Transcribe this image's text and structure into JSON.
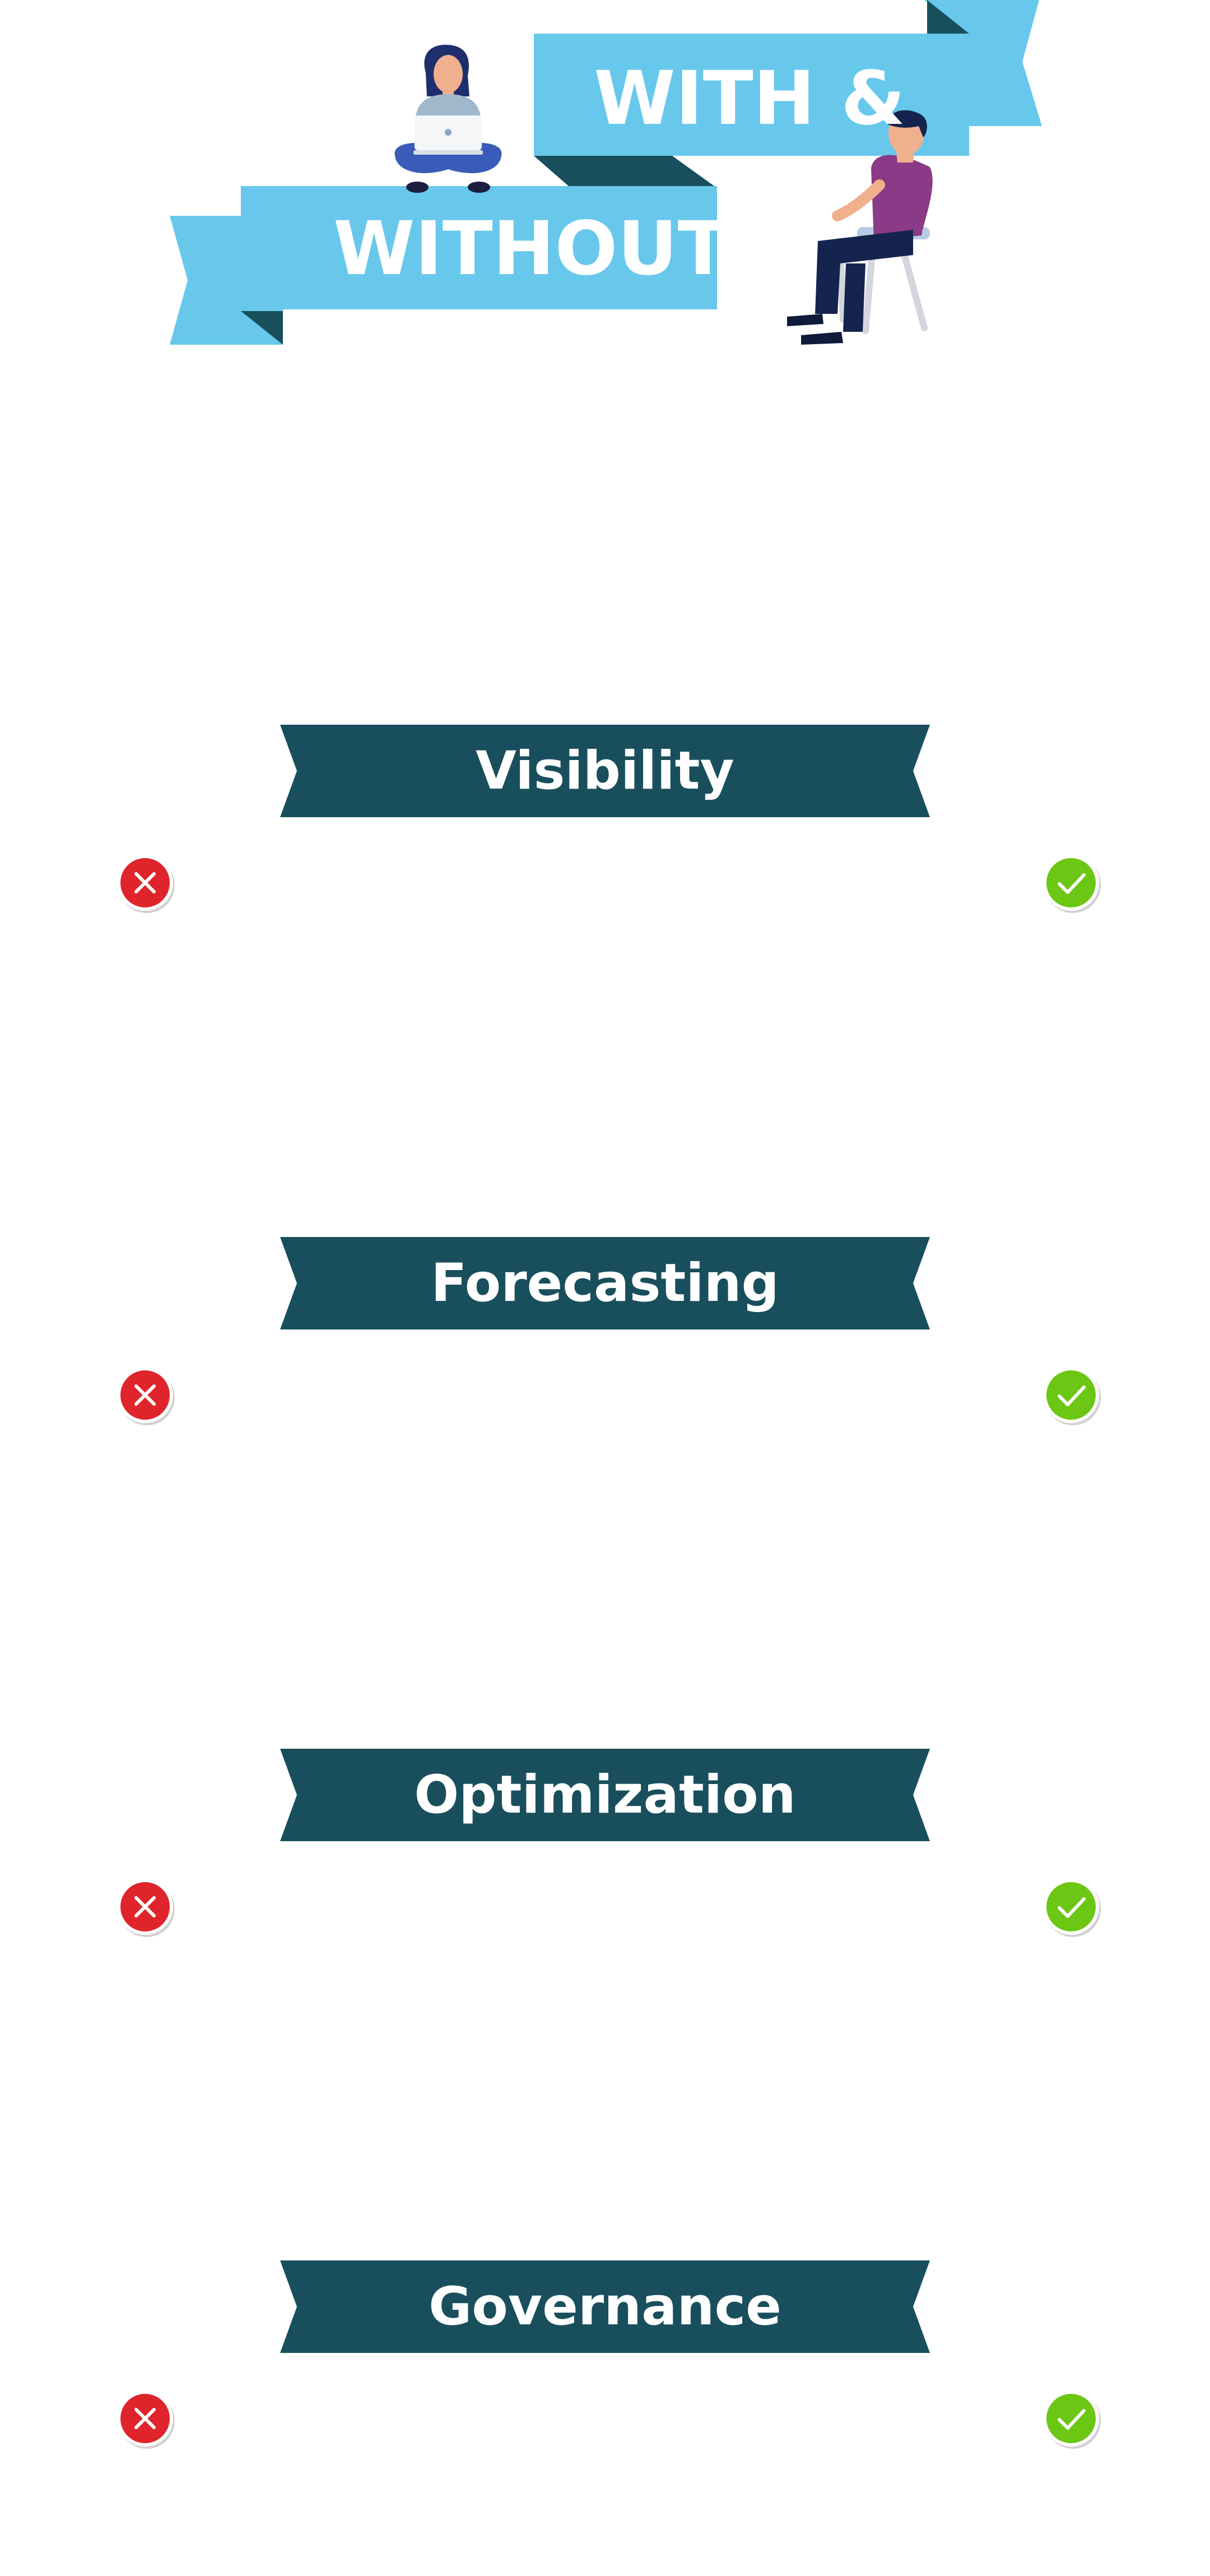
{
  "header": {
    "title_line1": "WITH &",
    "title_line2": "WITHOUT",
    "ribbon_color": "#68c8eb",
    "ribbon_fold_color": "#194f5c"
  },
  "sections": [
    {
      "label": "Visibility"
    },
    {
      "label": "Forecasting"
    },
    {
      "label": "Optimization"
    },
    {
      "label": "Governance"
    }
  ],
  "colors": {
    "banner": "#194f5c",
    "without_icon": "#e0242b",
    "with_icon": "#6cc614",
    "text": "#ffffff"
  },
  "icons": {
    "without": "x-circle-icon",
    "with": "check-circle-icon"
  }
}
